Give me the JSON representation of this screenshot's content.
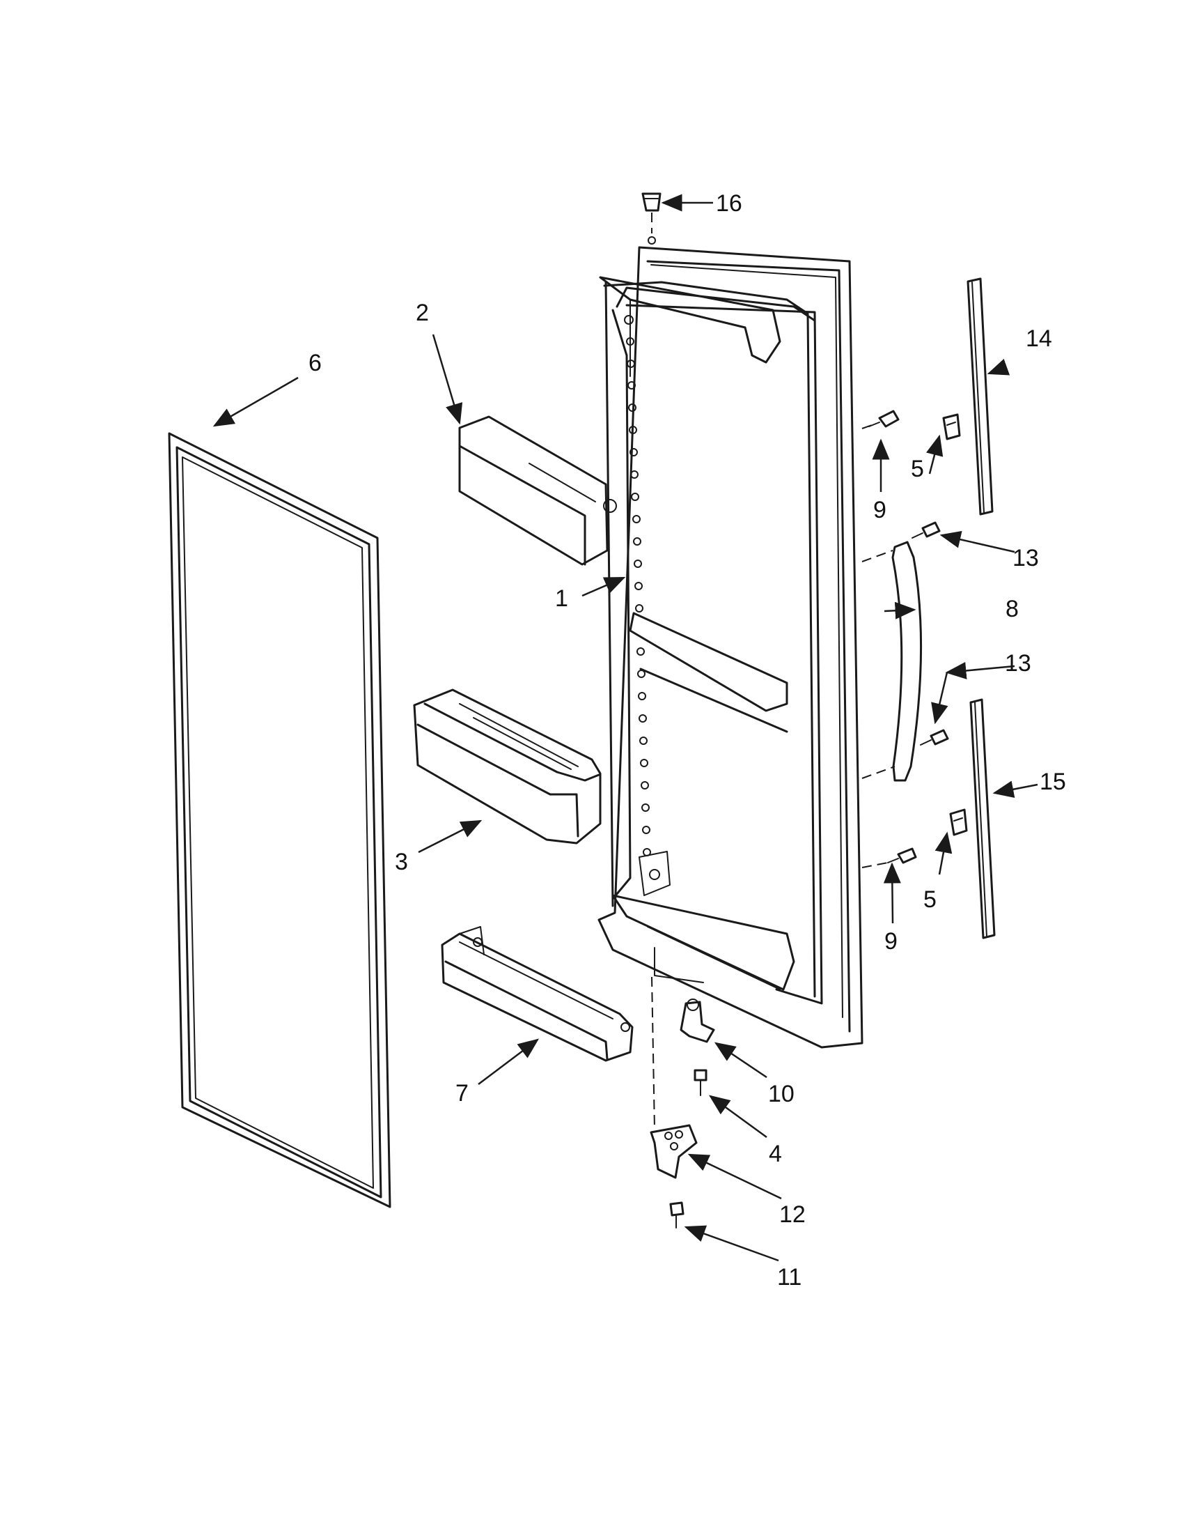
{
  "diagram": {
    "callouts": {
      "c1": "1",
      "c2": "2",
      "c3": "3",
      "c4": "4",
      "c5a": "5",
      "c5b": "5",
      "c6": "6",
      "c7": "7",
      "c8": "8",
      "c9a": "9",
      "c9b": "9",
      "c10": "10",
      "c11": "11",
      "c12": "12",
      "c13a": "13",
      "c13b": "13",
      "c14": "14",
      "c15": "15",
      "c16": "16"
    }
  }
}
